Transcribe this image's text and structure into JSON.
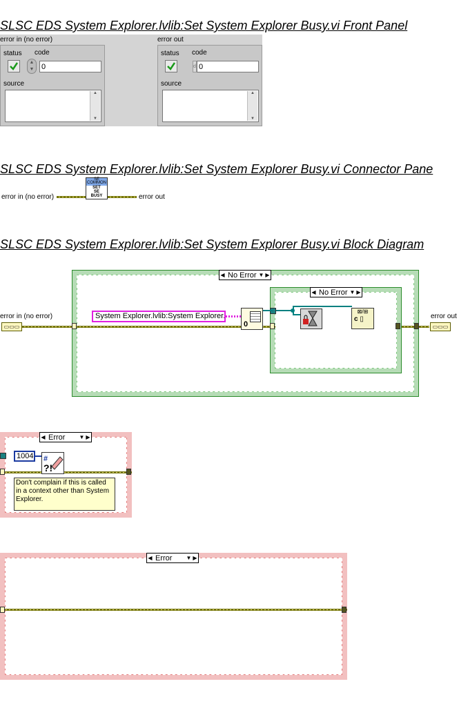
{
  "headings": {
    "front_panel": "SLSC EDS System Explorer.lvlib:Set System Explorer Busy.vi Front Panel",
    "connector_pane": "SLSC EDS System Explorer.lvlib:Set System Explorer Busy.vi Connector Pane",
    "block_diagram": "SLSC EDS System Explorer.lvlib:Set System Explorer Busy.vi Block Diagram"
  },
  "front_panel": {
    "error_in": {
      "title": "error in (no error)",
      "status_label": "status",
      "code_label": "code",
      "code_value": "0",
      "source_label": "source"
    },
    "error_out": {
      "title": "error out",
      "status_label": "status",
      "code_label": "code",
      "code_value": "0",
      "source_label": "source"
    }
  },
  "connector_pane": {
    "left_label": "error in (no error)",
    "right_label": "error out",
    "icon_lines": [
      "SE",
      "COMMON",
      "SET",
      "SE",
      "BUSY"
    ]
  },
  "block_diagram": {
    "error_in_label": "error in (no error)",
    "error_out_label": "error out",
    "outer_case_selector": "No Error",
    "inner_case_selector": "No Error",
    "string_constant": "System Explorer.lvlib:System Explorer.vi",
    "open_ref_const": "0",
    "error_case": {
      "selector": "Error",
      "error_code": "1004",
      "comment": "Don't complain if this is called in a context other than System Explorer."
    },
    "outer_error_case": {
      "selector": "Error"
    }
  },
  "colors": {
    "no_error_frame": "#2a8a2a",
    "error_frame": "#d04040",
    "string_wire": "#ff00ff",
    "error_wire": "#8a8a00",
    "ref_wire": "#008080"
  }
}
